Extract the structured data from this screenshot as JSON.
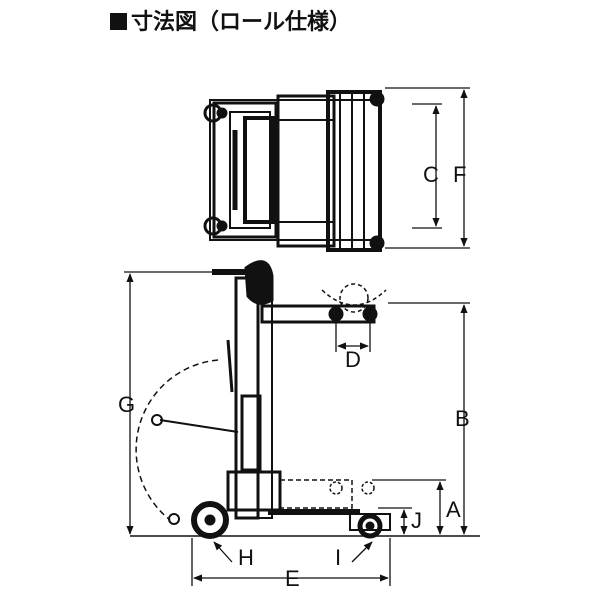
{
  "title": "寸法図（ロール仕様）",
  "dimension_labels": {
    "a": "A",
    "b": "B",
    "c": "C",
    "d": "D",
    "e": "E",
    "f": "F",
    "g": "G",
    "h": "H",
    "i": "I",
    "j": "J"
  }
}
